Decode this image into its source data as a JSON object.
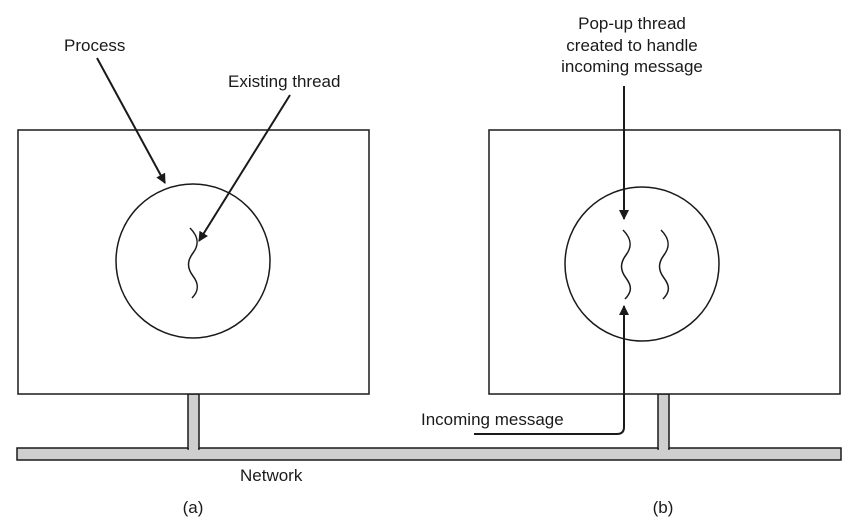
{
  "labels": {
    "process": "Process",
    "existing_thread": "Existing thread",
    "popup_line1": "Pop-up thread",
    "popup_line2": "created to handle",
    "popup_line3": "incoming message",
    "incoming_message": "Incoming message",
    "network": "Network",
    "caption_a": "(a)",
    "caption_b": "(b)"
  },
  "colors": {
    "stroke": "#1a1a1a",
    "network_fill": "#cfcfcf",
    "background": "#ffffff"
  }
}
